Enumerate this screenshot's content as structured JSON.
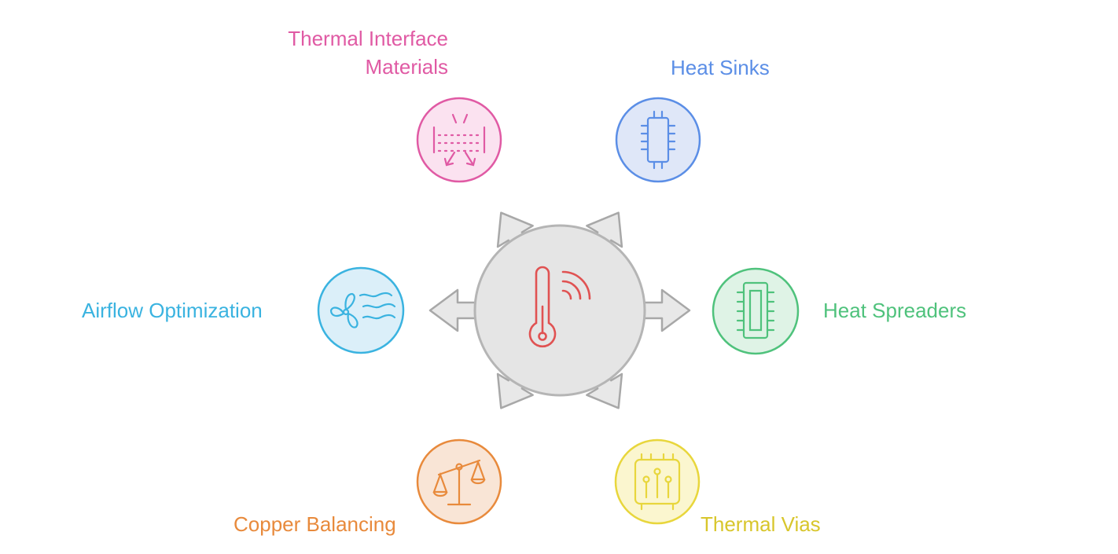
{
  "hub": {
    "icon": "thermometer-signal-icon"
  },
  "colors": {
    "hub_fill": "#e5e5e5",
    "hub_stroke": "#b5b5b5",
    "arrow_fill": "#e8e8e8",
    "arrow_stroke": "#a8a8a8",
    "thermometer": "#e05252"
  },
  "nodes": [
    {
      "key": "tim",
      "label_lines": [
        "Thermal Interface",
        "Materials"
      ],
      "color": "#e05aa4",
      "fill": "#fbe2f0",
      "icon": "heat-transfer-icon"
    },
    {
      "key": "sinks",
      "label_lines": [
        "Heat Sinks"
      ],
      "color": "#5b8ee6",
      "fill": "#dfe7f8",
      "icon": "chip-icon"
    },
    {
      "key": "spread",
      "label_lines": [
        "Heat Spreaders"
      ],
      "color": "#4fc27c",
      "fill": "#dff3e6",
      "icon": "memory-module-icon"
    },
    {
      "key": "vias",
      "label_lines": [
        "Thermal Vias"
      ],
      "color": "#e8d63c",
      "fill": "#fbf6cf",
      "icon": "circuit-board-icon"
    },
    {
      "key": "copper",
      "label_lines": [
        "Copper Balancing"
      ],
      "color": "#e88a3c",
      "fill": "#f9e5d6",
      "icon": "balance-scale-icon"
    },
    {
      "key": "air",
      "label_lines": [
        "Airflow Optimization"
      ],
      "color": "#3ab3e0",
      "fill": "#dbeff9",
      "icon": "fan-airflow-icon"
    }
  ]
}
